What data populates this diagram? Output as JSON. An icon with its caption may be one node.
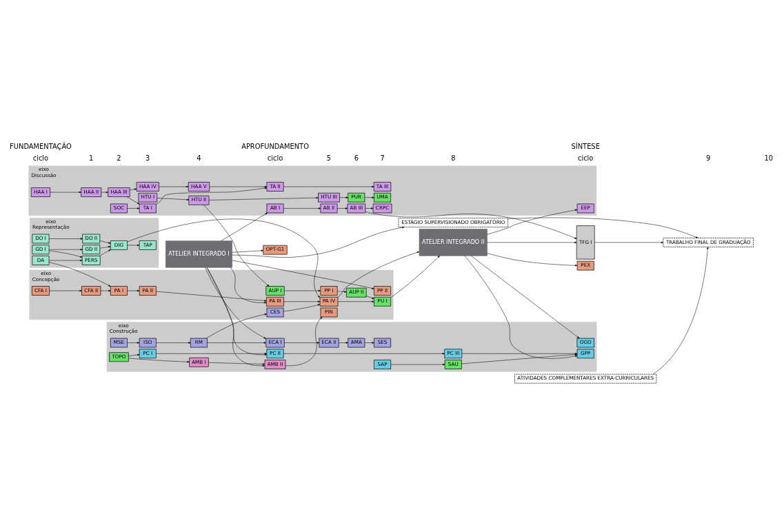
{
  "diagram": {
    "nodes": [
      {
        "text": [
          "eixo",
          "Discussão"
        ]
      },
      {
        "text": [
          "SOC"
        ],
        "in": 0
      },
      {
        "text": [
          "HAA I"
        ],
        "in": 0
      },
      {
        "text": [
          "HAA II"
        ],
        "in": 0
      },
      {
        "text": [
          "HAA III"
        ],
        "in": 0
      },
      {
        "text": [
          "TA I"
        ],
        "in": 0
      },
      {
        "text": [
          "HTU I"
        ],
        "in": 0
      },
      {
        "text": [
          "HTU II"
        ],
        "in": 0
      },
      {
        "text": [
          "HTU III"
        ],
        "in": 0
      },
      {
        "text": [
          "AB I"
        ],
        "in": 0
      },
      {
        "text": [
          "AB II"
        ],
        "in": 0
      },
      {
        "text": [
          "AB III"
        ],
        "in": 0
      },
      {
        "text": [
          "CRPC"
        ],
        "in": 0
      },
      {
        "text": [
          "HAA IV"
        ],
        "in": 0
      },
      {
        "text": [
          "HAA V"
        ],
        "in": 0
      },
      {
        "text": [
          "TA II"
        ],
        "in": 0
      },
      {
        "text": [
          "TA III"
        ],
        "in": 0
      },
      {
        "text": [
          "PUR"
        ],
        "in": 0
      },
      {
        "text": [
          "UMA"
        ],
        "in": 0
      },
      {
        "text": [
          "EEP"
        ],
        "in": 0
      },
      {
        "text": [
          "eixo",
          "Representação"
        ]
      },
      {
        "text": [
          "DO I"
        ],
        "in": 20
      },
      {
        "text": [
          "DO II"
        ],
        "in": 20
      },
      {
        "text": [
          "GD I"
        ],
        "in": 20
      },
      {
        "text": [
          "GD II"
        ],
        "in": 20
      },
      {
        "text": [
          "DA"
        ],
        "in": 20
      },
      {
        "text": [
          "PERS"
        ],
        "in": 20
      },
      {
        "text": [
          "DIG"
        ],
        "in": 20
      },
      {
        "text": [
          "TAP"
        ],
        "in": 20
      },
      {
        "text": [
          "eixo",
          "Concepção"
        ]
      },
      {
        "text": [
          "AUP I"
        ],
        "in": 29
      },
      {
        "text": [
          "PP I"
        ],
        "in": 29
      },
      {
        "text": [
          "CFA I"
        ],
        "in": 29
      },
      {
        "text": [
          "CFA II"
        ],
        "in": 29
      },
      {
        "text": [
          "PA I"
        ],
        "in": 29
      },
      {
        "text": [
          "PA II"
        ],
        "in": 29
      },
      {
        "text": [
          "CES"
        ],
        "in": 29
      },
      {
        "text": [
          "AUP II"
        ],
        "in": 29
      },
      {
        "text": [
          "PP II"
        ],
        "in": 29
      },
      {
        "text": [
          "PA III"
        ],
        "in": 29
      },
      {
        "text": [
          "PA IV"
        ],
        "in": 29
      },
      {
        "text": [
          "PIN"
        ],
        "in": 29
      },
      {
        "text": [
          "PU I"
        ],
        "in": 29
      },
      {
        "text": [
          "eixo",
          "Construção"
        ]
      },
      {
        "text": [
          "AMB I"
        ],
        "in": 43
      },
      {
        "text": [
          "SAP"
        ],
        "in": 43
      },
      {
        "text": [
          "TOPO"
        ],
        "in": 43
      },
      {
        "text": [
          "PC I"
        ],
        "in": 43
      },
      {
        "text": [
          "MSE"
        ],
        "in": 43
      },
      {
        "text": [
          "ISO"
        ],
        "in": 43
      },
      {
        "text": [
          "RM"
        ],
        "in": 43
      },
      {
        "text": [
          "AMB II"
        ],
        "in": 43
      },
      {
        "text": [
          "SAU"
        ],
        "in": 43
      },
      {
        "text": [
          "PC II"
        ],
        "in": 43
      },
      {
        "text": [
          "PC III"
        ],
        "in": 43
      },
      {
        "text": [
          "GPP"
        ],
        "in": 43
      },
      {
        "text": [
          "ECA I"
        ],
        "in": 43
      },
      {
        "text": [
          "ECA II"
        ],
        "in": 43
      },
      {
        "text": [
          "AMA"
        ],
        "in": 43
      },
      {
        "text": [
          "SES"
        ],
        "in": 43
      },
      {
        "text": [
          "OGO"
        ],
        "in": 43
      },
      {
        "text": [
          "OPT-G1"
        ]
      },
      {
        "text": [
          "PEX"
        ]
      },
      {
        "text": [
          "ATELIER INTEGRADO I"
        ]
      },
      {
        "text": [
          "ATELIER INTEGRADO II"
        ]
      },
      {
        "text": [
          "TFG I"
        ]
      },
      {
        "text": [
          "TRABALHO FINAL DE GRADUAÇÃO"
        ]
      },
      {
        "text": [
          "ESTÁGIO SUPERVISIONADO OBRIGATÓRIO"
        ]
      },
      {
        "text": [
          "ATIVIDADES COMPLEMENTARES EXTRA-CURRICULARES"
        ]
      }
    ],
    "edges": [
      {
        "from": 1,
        "to": 5,
        "arrow": "to"
      },
      {
        "from": 2,
        "to": 3,
        "arrow": "to"
      },
      {
        "from": 3,
        "to": 4,
        "arrow": "to"
      },
      {
        "from": 4,
        "to": 5,
        "arrow": "to"
      },
      {
        "from": 4,
        "to": 13,
        "arrow": "to"
      },
      {
        "from": 5,
        "to": 15,
        "arrow": "to"
      },
      {
        "from": 6,
        "to": 7,
        "arrow": "to"
      },
      {
        "from": 7,
        "to": 8,
        "arrow": "to"
      },
      {
        "from": 8,
        "to": 17,
        "arrow": "to"
      },
      {
        "from": 7,
        "to": 30,
        "arrow": "to"
      },
      {
        "from": 63,
        "to": 9,
        "arrow": "to"
      },
      {
        "from": 9,
        "to": 10,
        "arrow": "to"
      },
      {
        "from": 10,
        "to": 11,
        "arrow": "to"
      },
      {
        "from": 11,
        "to": 12,
        "arrow": "to"
      },
      {
        "from": 11,
        "to": 65,
        "arrow": "to"
      },
      {
        "from": 13,
        "to": 14,
        "arrow": "to"
      },
      {
        "from": 14,
        "to": 15,
        "arrow": "to"
      },
      {
        "from": 15,
        "to": 16,
        "arrow": "to"
      },
      {
        "from": 17,
        "to": 18,
        "arrow": "to"
      },
      {
        "from": 64,
        "to": 19,
        "arrow": "to"
      },
      {
        "from": 21,
        "to": 22,
        "arrow": "to"
      },
      {
        "from": 22,
        "to": 27,
        "arrow": "to"
      },
      {
        "from": 23,
        "to": 24,
        "arrow": "to"
      },
      {
        "from": 24,
        "to": 27,
        "arrow": "to"
      },
      {
        "from": 23,
        "to": 26,
        "arrow": "to"
      },
      {
        "from": 25,
        "to": 26,
        "arrow": "to"
      },
      {
        "from": 26,
        "to": 27,
        "arrow": "to"
      },
      {
        "from": 27,
        "to": 28,
        "arrow": "to"
      },
      {
        "from": 27,
        "to": 40,
        "arrow": "to"
      },
      {
        "from": 63,
        "to": 38,
        "arrow": "to"
      },
      {
        "from": 25,
        "to": 34,
        "arrow": "to"
      },
      {
        "from": 32,
        "to": 33,
        "arrow": "to"
      },
      {
        "from": 33,
        "to": 34,
        "arrow": "to"
      },
      {
        "from": 34,
        "to": 35,
        "arrow": "to"
      },
      {
        "from": 30,
        "to": 31,
        "arrow": "to"
      },
      {
        "from": 31,
        "to": 37,
        "arrow": "to"
      },
      {
        "from": 35,
        "to": 39,
        "arrow": "to"
      },
      {
        "from": 63,
        "to": 39,
        "arrow": "to"
      },
      {
        "from": 39,
        "to": 40,
        "arrow": "to"
      },
      {
        "from": 36,
        "to": 40,
        "arrow": "to"
      },
      {
        "from": 37,
        "to": 42,
        "arrow": "to"
      },
      {
        "from": 40,
        "to": 42,
        "arrow": "to"
      },
      {
        "from": 40,
        "to": 64,
        "arrow": "to"
      },
      {
        "from": 42,
        "to": 64,
        "arrow": "to"
      },
      {
        "from": 51,
        "to": 41,
        "arrow": "to"
      },
      {
        "from": 46,
        "to": 44,
        "arrow": "to"
      },
      {
        "from": 46,
        "to": 47,
        "arrow": "to"
      },
      {
        "from": 48,
        "to": 49,
        "arrow": "to"
      },
      {
        "from": 49,
        "to": 50,
        "arrow": "to"
      },
      {
        "from": 50,
        "to": 36,
        "arrow": "to"
      },
      {
        "from": 44,
        "to": 51,
        "arrow": "to"
      },
      {
        "from": 63,
        "to": 51,
        "arrow": "to"
      },
      {
        "from": 45,
        "to": 52,
        "arrow": "to"
      },
      {
        "from": 47,
        "to": 53,
        "arrow": "to"
      },
      {
        "from": 63,
        "to": 53,
        "arrow": "to"
      },
      {
        "from": 53,
        "to": 54,
        "arrow": "to"
      },
      {
        "from": 54,
        "to": 55,
        "arrow": "to"
      },
      {
        "from": 52,
        "to": 55,
        "arrow": "to"
      },
      {
        "from": 64,
        "to": 55,
        "arrow": "to"
      },
      {
        "from": 50,
        "to": 56,
        "arrow": "to"
      },
      {
        "from": 63,
        "to": 56,
        "arrow": "to"
      },
      {
        "from": 56,
        "to": 57,
        "arrow": "to"
      },
      {
        "from": 57,
        "to": 58,
        "arrow": "to"
      },
      {
        "from": 58,
        "to": 59,
        "arrow": "to"
      },
      {
        "from": 64,
        "to": 60,
        "arrow": "to"
      },
      {
        "from": 63,
        "to": 61,
        "arrow": "to"
      },
      {
        "from": 64,
        "to": 62,
        "arrow": "to"
      },
      {
        "from": 63,
        "to": 67,
        "arrow": "to"
      },
      {
        "from": 67,
        "to": 66,
        "arrow": "to"
      },
      {
        "from": 68,
        "to": 66,
        "arrow": "to"
      },
      {
        "from": 64,
        "to": 65,
        "arrow": "to"
      },
      {
        "from": 65,
        "to": 66,
        "arrow": "to"
      }
    ],
    "labels": [
      "ciclo",
      "FUNDAMENTAÇÃO",
      "1",
      "2",
      "3",
      "4",
      "ciclo",
      "APROFUNDAMENTO",
      "5",
      "6",
      "7",
      "8",
      "ciclo",
      "SÍNTESE",
      "9",
      "10"
    ]
  }
}
